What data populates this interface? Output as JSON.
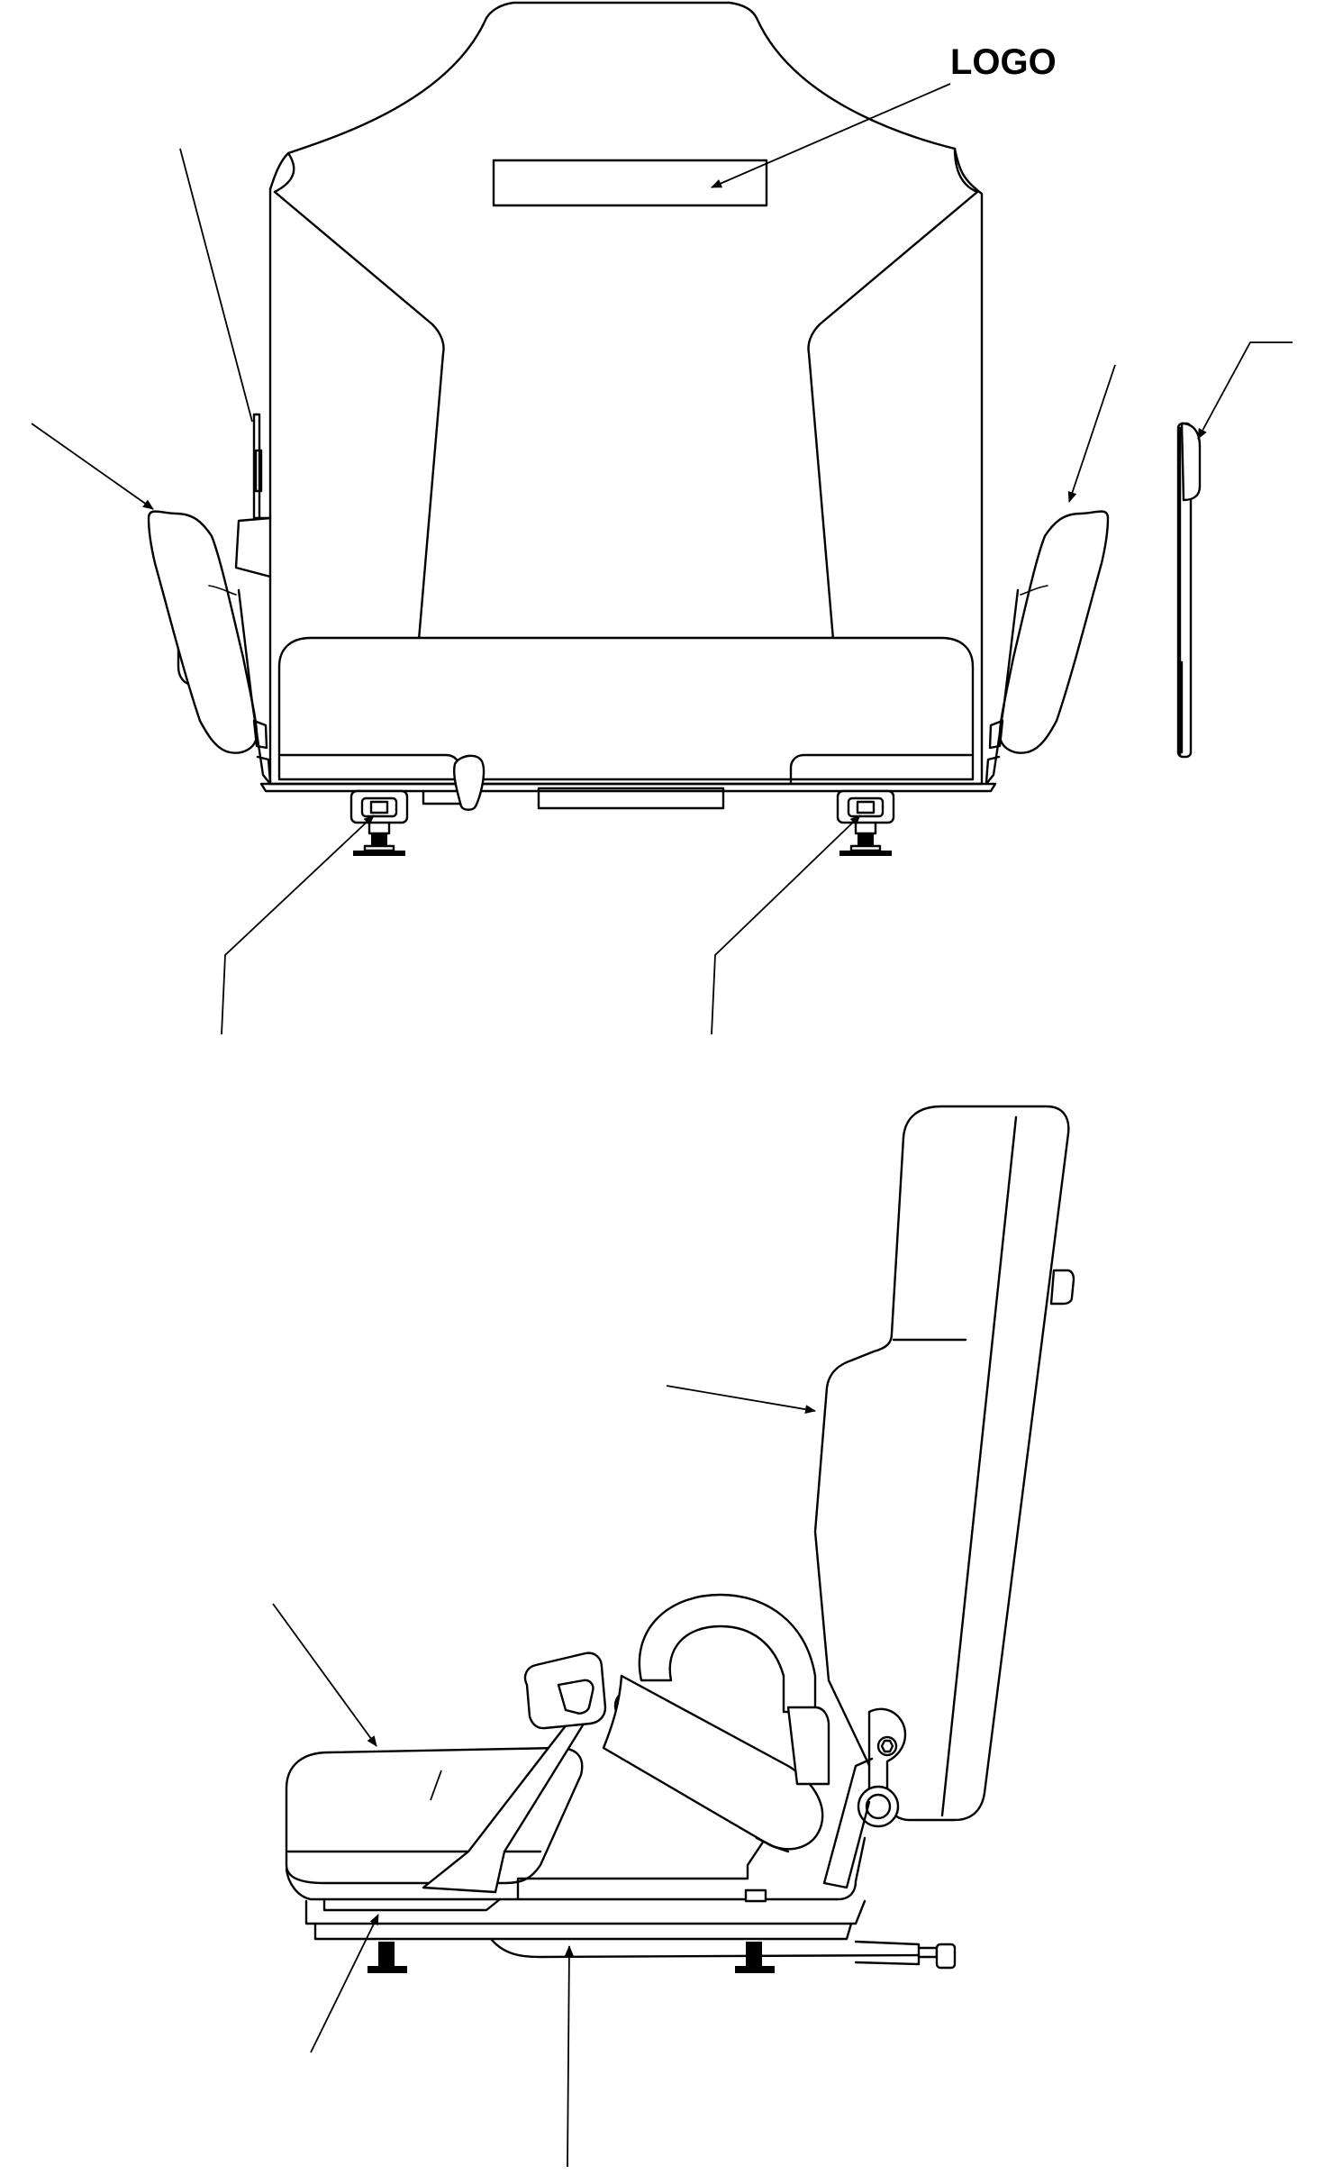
{
  "diagram": {
    "callouts": {
      "logo": "LOGO"
    },
    "colors": {
      "line": "#000000",
      "background": "#ffffff"
    },
    "views": [
      "front-view",
      "side-view"
    ]
  }
}
